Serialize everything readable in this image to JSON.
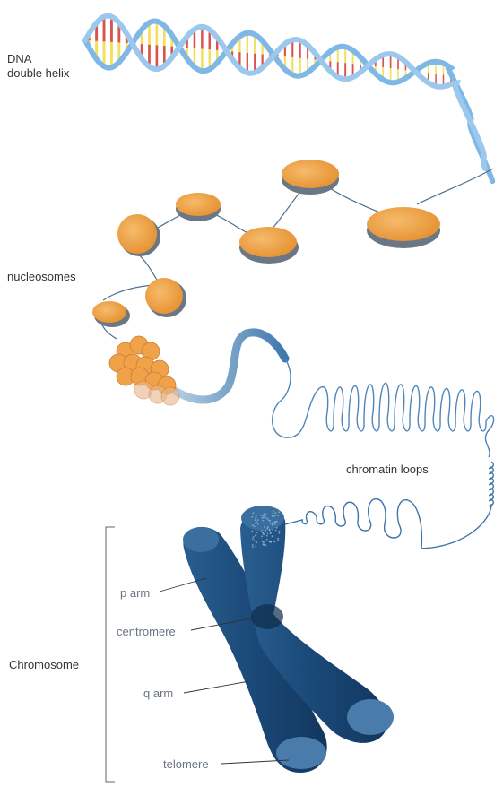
{
  "labels": {
    "dna_line1": "DNA",
    "dna_line2": "double helix",
    "nucleosomes": "nucleosomes",
    "chromatin_loops": "chromatin loops",
    "chromosome": "Chromosome",
    "p_arm": "p arm",
    "centromere": "centromere",
    "q_arm": "q arm",
    "telomere": "telomere"
  },
  "colors": {
    "dna_backbone": "#7fb7e6",
    "base_red": "#d9534f",
    "base_green": "#7cc36a",
    "base_yellow": "#f0e05a",
    "base_blue": "#3b6fb6",
    "nucleosome": "#f0a24a",
    "nucleosome_shadow": "#6b7785",
    "chromatin_fiber": "#4f86b8",
    "chromosome": "#1f4f7f"
  }
}
